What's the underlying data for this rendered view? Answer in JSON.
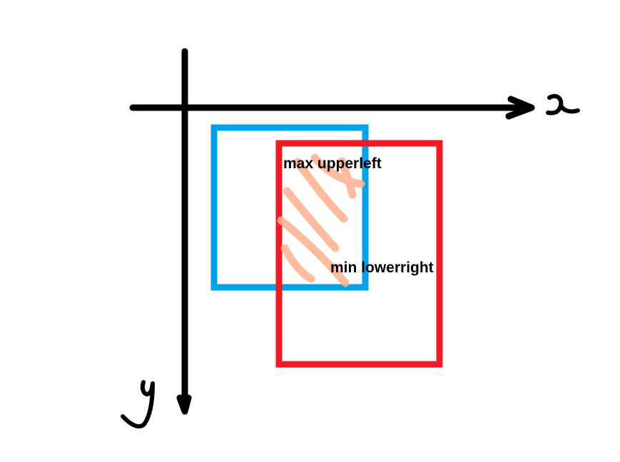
{
  "axes": {
    "x_label": "x",
    "y_label": "y"
  },
  "labels": {
    "max_upperleft": "max upperleft",
    "min_lowerright": "min lowerright"
  },
  "colors": {
    "axis": "#000000",
    "box_a": "#00a2e8",
    "box_b": "#ed1c24",
    "intersection_hatch": "#ffb08c",
    "text": "#000000"
  }
}
